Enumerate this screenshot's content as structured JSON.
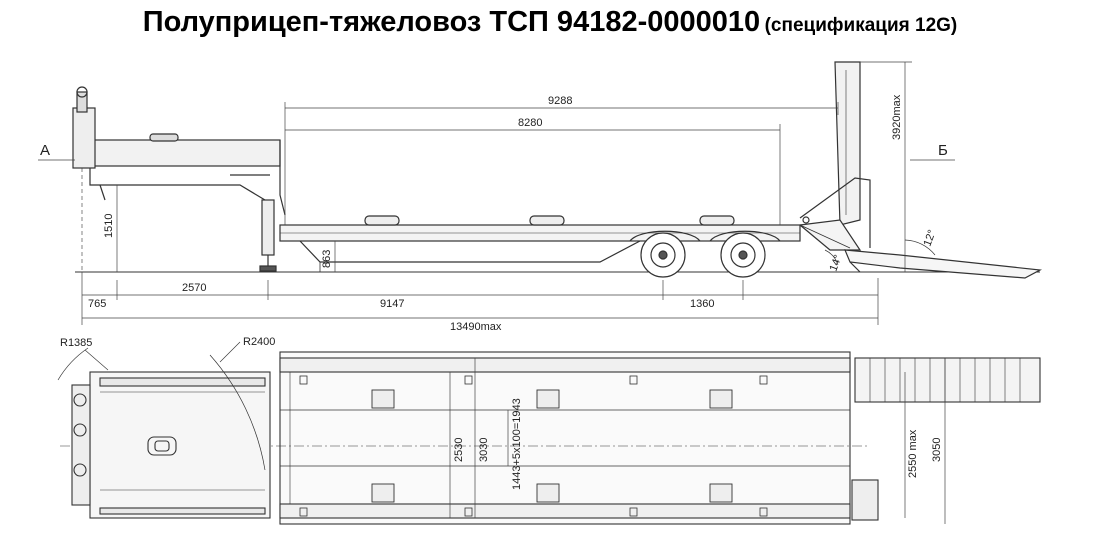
{
  "title": {
    "main": "Полуприцеп-тяжеловоз ТСП 94182-0000010",
    "spec": "(спецификация 12G)"
  },
  "side_view": {
    "view_a": "А",
    "view_b": "Б",
    "dims": {
      "platform_9288": "9288",
      "deck_8280": "8280",
      "height_3920": "3920max",
      "height_1510": "1510",
      "deck_863": "863",
      "kingpin_2570": "2570",
      "front_765": "765",
      "wheelbase_9147": "9147",
      "axle_1360": "1360",
      "total_13490": "13490max",
      "ramp_angle_12": "12°",
      "ramp_angle_14": "14°"
    }
  },
  "top_view": {
    "radius_1385": "R1385",
    "radius_2400": "R2400",
    "dims": {
      "width_2530": "2530",
      "width_3030": "3030",
      "pitch_1943": "1443+5x100=1943",
      "width_2550": "2550 max",
      "width_3050": "3050"
    }
  }
}
